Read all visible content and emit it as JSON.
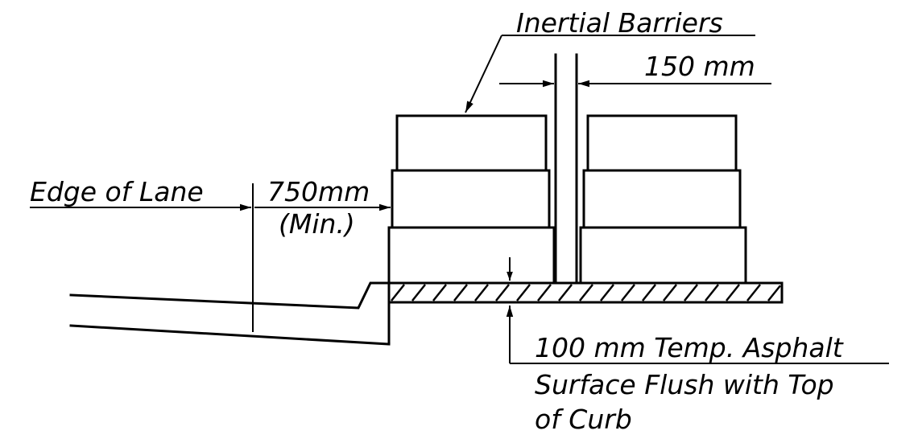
{
  "labels": {
    "inertial_barriers": "Inertial Barriers",
    "gap_width": "150 mm",
    "edge_of_lane": "Edge of Lane",
    "offset": "750mm",
    "offset_note": "(Min.)",
    "asphalt_line1": "100 mm Temp. Asphalt",
    "asphalt_line2": "Surface Flush with Top",
    "asphalt_line3": "of Curb"
  },
  "colors": {
    "line": "#000000",
    "background": "#ffffff"
  }
}
